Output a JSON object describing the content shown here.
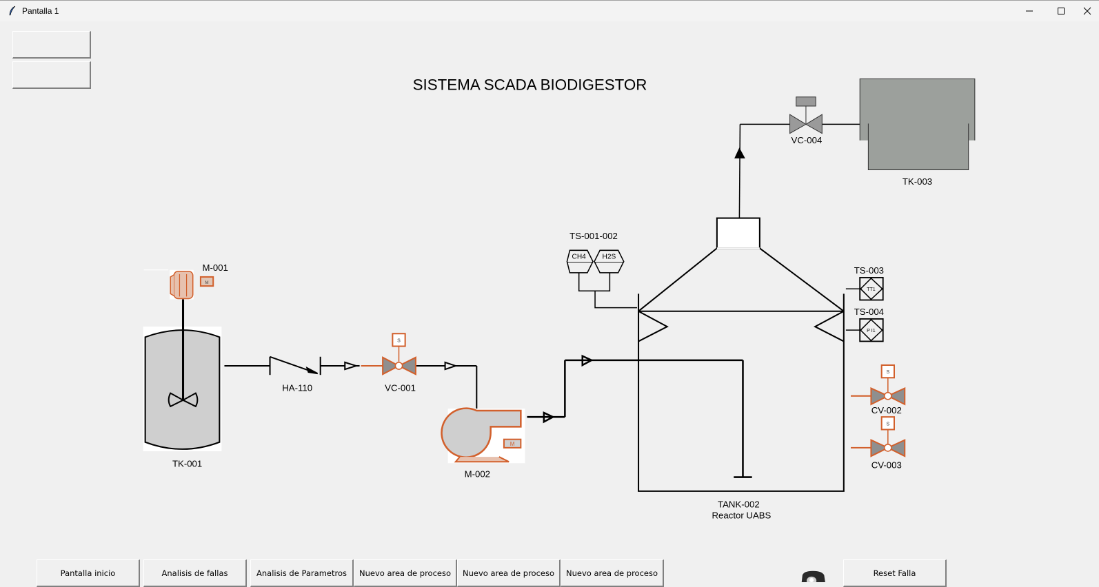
{
  "window": {
    "title": "Pantalla 1",
    "app_icon": "feather-icon",
    "controls": {
      "minimize": "—",
      "maximize": "☐",
      "close": "✕"
    }
  },
  "header": {
    "title": "SISTEMA SCADA BIODIGESTOR"
  },
  "side_buttons": [
    {
      "label": ""
    },
    {
      "label": ""
    }
  ],
  "diagram": {
    "tk001": {
      "label": "TK-001"
    },
    "m001": {
      "label": "M-001",
      "badge": "M"
    },
    "ha110": {
      "label": "HA-110"
    },
    "vc001": {
      "label": "VC-001",
      "badge": "S"
    },
    "m002": {
      "label": "M-002",
      "badge": "M"
    },
    "ts001002": {
      "label": "TS-001-002",
      "sensor1": "CH4",
      "sensor2": "H2S"
    },
    "tank002": {
      "label": "TANK-002",
      "sublabel": "Reactor UABS"
    },
    "ts003": {
      "label": "TS-003",
      "tag": "TT1"
    },
    "ts004": {
      "label": "TS-004",
      "tag": "P I1"
    },
    "cv002": {
      "label": "CV-002",
      "badge": "S"
    },
    "cv003": {
      "label": "CV-003",
      "badge": "S"
    },
    "vc004": {
      "label": "VC-004"
    },
    "tk003": {
      "label": "TK-003"
    },
    "colors": {
      "accent_orange": "#d2602c",
      "valve_gray": "#9a9a9a",
      "tank_fill": "#cfcfcf",
      "tk003_fill": "#9ca09c"
    }
  },
  "bottom_nav": [
    {
      "label": "Pantalla inicio"
    },
    {
      "label": "Analisis de fallas"
    },
    {
      "label": "Analisis de Parametros"
    },
    {
      "label": "Nuevo area de proceso"
    },
    {
      "label": "Nuevo area de proceso"
    },
    {
      "label": "Nuevo area de proceso"
    }
  ],
  "alarm": {
    "icon": "alarm-beacon-icon",
    "state": "off"
  },
  "reset_button": {
    "label": "Reset Falla"
  }
}
